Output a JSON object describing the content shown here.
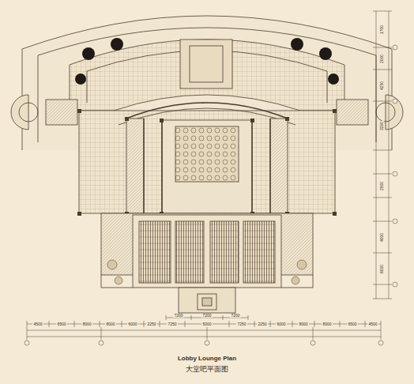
{
  "diagram": {
    "title": "Lobby Lounge Plan",
    "caption": "大堂吧平面图",
    "labels": [
      "4500",
      "6500",
      "8000",
      "8000",
      "6000",
      "2250",
      "7250",
      "5000",
      "7250",
      "2250",
      "6000",
      "8000",
      "8000",
      "6500",
      "4500",
      "7200",
      "7200",
      "7200",
      "1700",
      "2000",
      "4250",
      "3200",
      "2500",
      "4000",
      "6000"
    ]
  }
}
